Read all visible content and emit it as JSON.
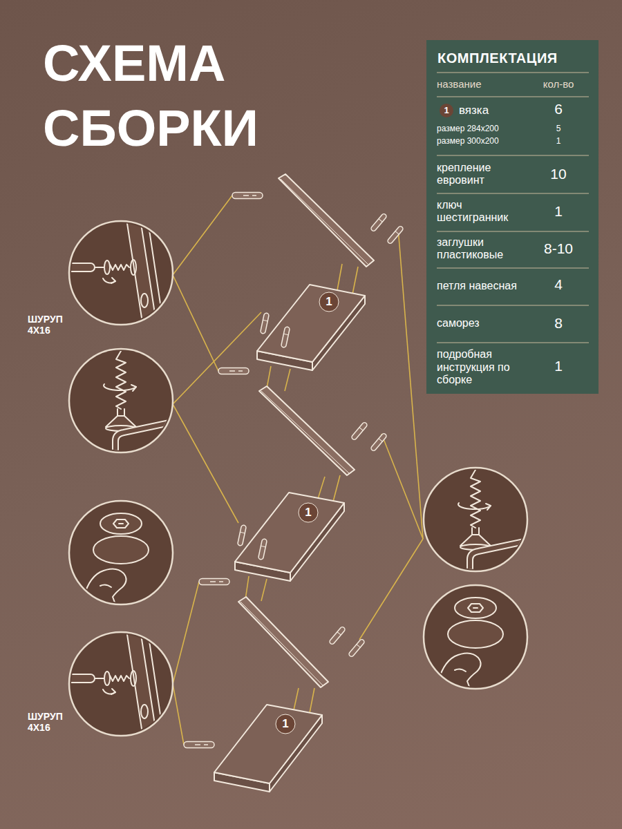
{
  "diagram": {
    "title": "СХЕМА СБОРКИ",
    "nodes": [
      {
        "text": [
          "КОМПЛЕКТАЦИЯ"
        ]
      }
    ],
    "labels": [
      "название",
      "кол-во",
      "1",
      "вязка",
      "6",
      "размер 284x200",
      "5",
      "размер 300x200",
      "1",
      "крепление евровинт",
      "10",
      "ключ шестигранник",
      "1",
      "заглушки пластиковые",
      "8-10",
      "петля навесная",
      "4",
      "саморез",
      "8",
      "подробная инструкция по сборке",
      "1",
      "ШУРУП 4X16",
      "1",
      "1",
      "ШУРУП 4X16",
      "1"
    ]
  }
}
